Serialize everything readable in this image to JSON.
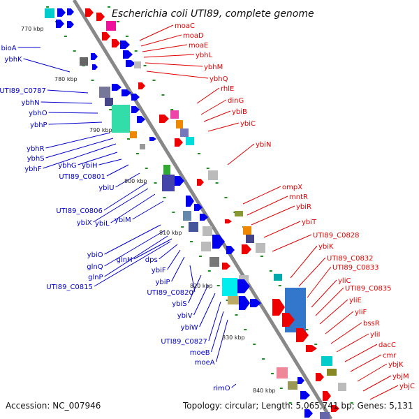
{
  "title": "Escherichia coli UTI89, complete genome",
  "footer": {
    "accession": "Accession: NC_007946",
    "summary": "Topology: circular; Length: 5,065,741 bp; Genes: 5,131"
  },
  "colors": {
    "forward_label": "#0000cc",
    "reverse_label": "#e00000",
    "backbone": "#888888",
    "dots": "#228b22"
  },
  "kbp_ticks": [
    "770 kbp",
    "780 kbp",
    "790 kbp",
    "800 kbp",
    "810 kbp",
    "820 kbp",
    "830 kbp",
    "840 kbp"
  ],
  "left_labels": [
    "bioA",
    "ybhK",
    "UTI89_C0787",
    "ybhN",
    "ybhO",
    "ybhP",
    "ybhR",
    "ybhS",
    "ybhF",
    "ybhG",
    "ybiH",
    "UTI89_C0801",
    "ybiU",
    "UTI89_C0806",
    "ybiX",
    "ybiL",
    "ybiM",
    "ybiO",
    "glnQ",
    "glnH",
    "glnP",
    "dps",
    "UTI89_C0815",
    "ybiF",
    "ybiP",
    "UTI89_C0820",
    "ybiS",
    "ybiV",
    "ybiW",
    "UTI89_C0827",
    "moeB",
    "moeA",
    "rimO"
  ],
  "right_labels": [
    "moaC",
    "moaD",
    "moaE",
    "ybhL",
    "ybhM",
    "ybhQ",
    "rhlE",
    "dinG",
    "ybiB",
    "ybiC",
    "ybiN",
    "ompX",
    "mntR",
    "ybiR",
    "ybiT",
    "UTI89_C0828",
    "ybiK",
    "UTI89_C0832",
    "UTI89_C0833",
    "yliC",
    "UTI89_C0835",
    "yliE",
    "yliF",
    "bssR",
    "yliI",
    "dacC",
    "cmr",
    "ybjK",
    "ybjM",
    "ybjC"
  ]
}
